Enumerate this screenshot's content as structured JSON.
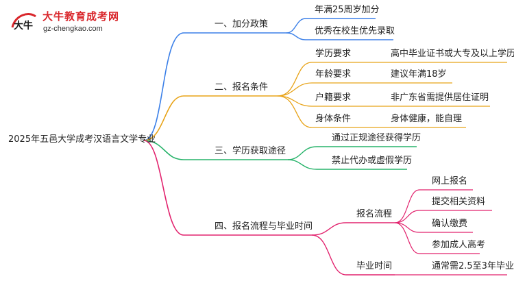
{
  "logo": {
    "name_cn": "大牛教育成考网",
    "url": "gz-chengkao.com",
    "mark_text": "大牛"
  },
  "colors": {
    "blue": "#3a7fe8",
    "orange": "#e8a317",
    "green": "#27b36a",
    "pink": "#e2236e",
    "root_link": "#4a6fa5"
  },
  "root": "2025年五邑大学成考汉语言文学专业",
  "branches": [
    {
      "label": "一、加分政策",
      "items": [
        {
          "label": "年满25周岁加分"
        },
        {
          "label": "优秀在校生优先录取"
        }
      ]
    },
    {
      "label": "二、报名条件",
      "items": [
        {
          "label": "学历要求",
          "value": "高中毕业证书或大专及以上学历"
        },
        {
          "label": "年龄要求",
          "value": "建议年满18岁"
        },
        {
          "label": "户籍要求",
          "value": "非广东省需提供居住证明"
        },
        {
          "label": "身体条件",
          "value": "身体健康，能自理"
        }
      ]
    },
    {
      "label": "三、学历获取途径",
      "items": [
        {
          "label": "通过正规途径获得学历"
        },
        {
          "label": "禁止代办或虚假学历"
        }
      ]
    },
    {
      "label": "四、报名流程与毕业时间",
      "groups": [
        {
          "label": "报名流程",
          "items": [
            "网上报名",
            "提交相关资料",
            "确认缴费",
            "参加成人高考"
          ]
        },
        {
          "label": "毕业时间",
          "items": [
            "通常需2.5至3年毕业"
          ]
        }
      ]
    }
  ]
}
